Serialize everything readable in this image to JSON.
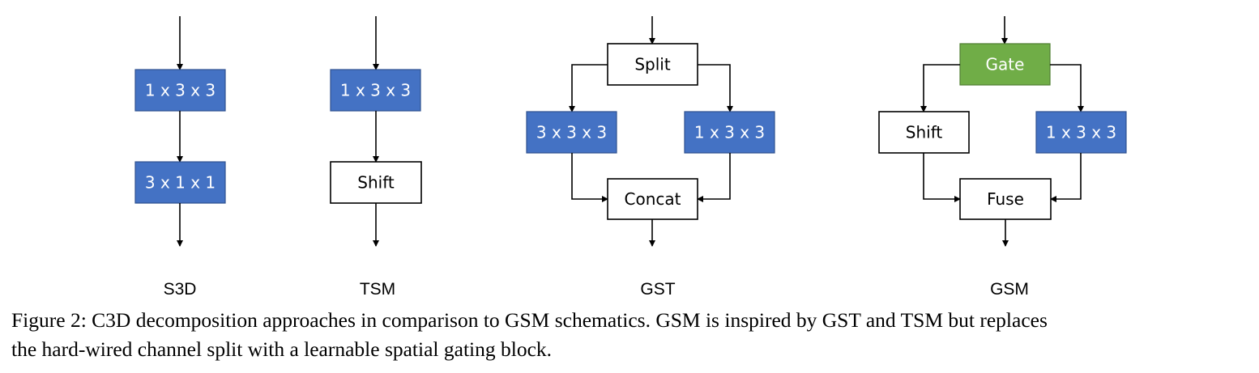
{
  "colors": {
    "blue_fill": "#4472c4",
    "blue_stroke": "#2f528f",
    "green_fill": "#70ad47",
    "green_stroke": "#507e32",
    "white_fill": "#ffffff",
    "line": "#000000"
  },
  "diagrams": {
    "s3d": {
      "label": "S3D",
      "conv1": "1 x 3 x 3",
      "conv2": "3 x 1 x 1"
    },
    "tsm": {
      "label": "TSM",
      "conv": "1 x 3 x 3",
      "shift": "Shift"
    },
    "gst": {
      "label": "GST",
      "split": "Split",
      "conv_left": "3 x 3 x 3",
      "conv_right": "1 x 3 x 3",
      "concat": "Concat"
    },
    "gsm": {
      "label": "GSM",
      "gate": "Gate",
      "shift": "Shift",
      "conv_right": "1 x 3 x 3",
      "fuse": "Fuse"
    }
  },
  "caption": {
    "line1": "Figure 2: C3D decomposition approaches in comparison to GSM schematics. GSM is inspired by GST and TSM but replaces",
    "line2": "the hard-wired channel split with a learnable spatial gating block."
  }
}
